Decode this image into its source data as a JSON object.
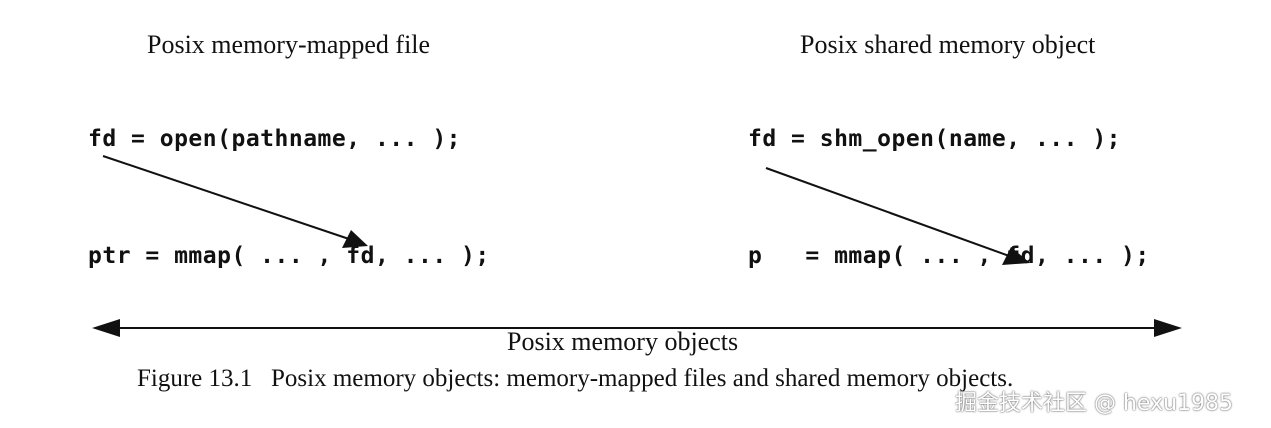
{
  "left_panel": {
    "heading": "Posix memory-mapped file",
    "line1": "fd = open(pathname, ... );",
    "line2": "ptr = mmap( ... , fd, ... );"
  },
  "right_panel": {
    "heading": "Posix shared memory object",
    "line1": "fd = shm_open(name, ... );",
    "line2": "p   = mmap( ... , fd, ... );"
  },
  "span": {
    "label": "Posix memory objects"
  },
  "caption": "Figure 13.1   Posix memory objects: memory-mapped files and shared memory objects.",
  "watermark": "掘金技术社区 @ hexu1985",
  "colors": {
    "ink": "#111111",
    "background": "#ffffff"
  }
}
